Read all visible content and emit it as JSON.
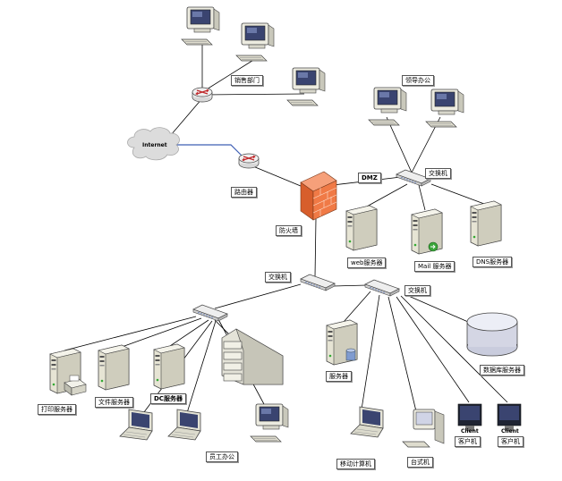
{
  "labels": {
    "sales": "销售部门",
    "internet": "Internet",
    "router": "路由器",
    "leader_office": "领导办公",
    "dmz": "DMZ",
    "switch_dmz": "交换机",
    "firewall": "防火墙",
    "web_server": "web服务器",
    "mail_server": "Mail 服务器",
    "dns_server": "DNS服务器",
    "switch_core": "交换机",
    "switch_right": "交换机",
    "print_server": "打印服务器",
    "file_server": "文件服务器",
    "dc_server": "DC服务器",
    "staff_office": "员工办公",
    "server": "服务器",
    "db_server": "数据库服务器",
    "mobile_computer": "移动计算机",
    "desktop": "台式机",
    "client_1_label": "Client",
    "client_1": "客户机",
    "client_2_label": "Client",
    "client_2": "客户机"
  },
  "colors": {
    "line": "#000000",
    "internet_link": "#3f5fb5",
    "firewall": "#f07a46",
    "device": "#e9e8dc",
    "screen": "#3a4470"
  }
}
